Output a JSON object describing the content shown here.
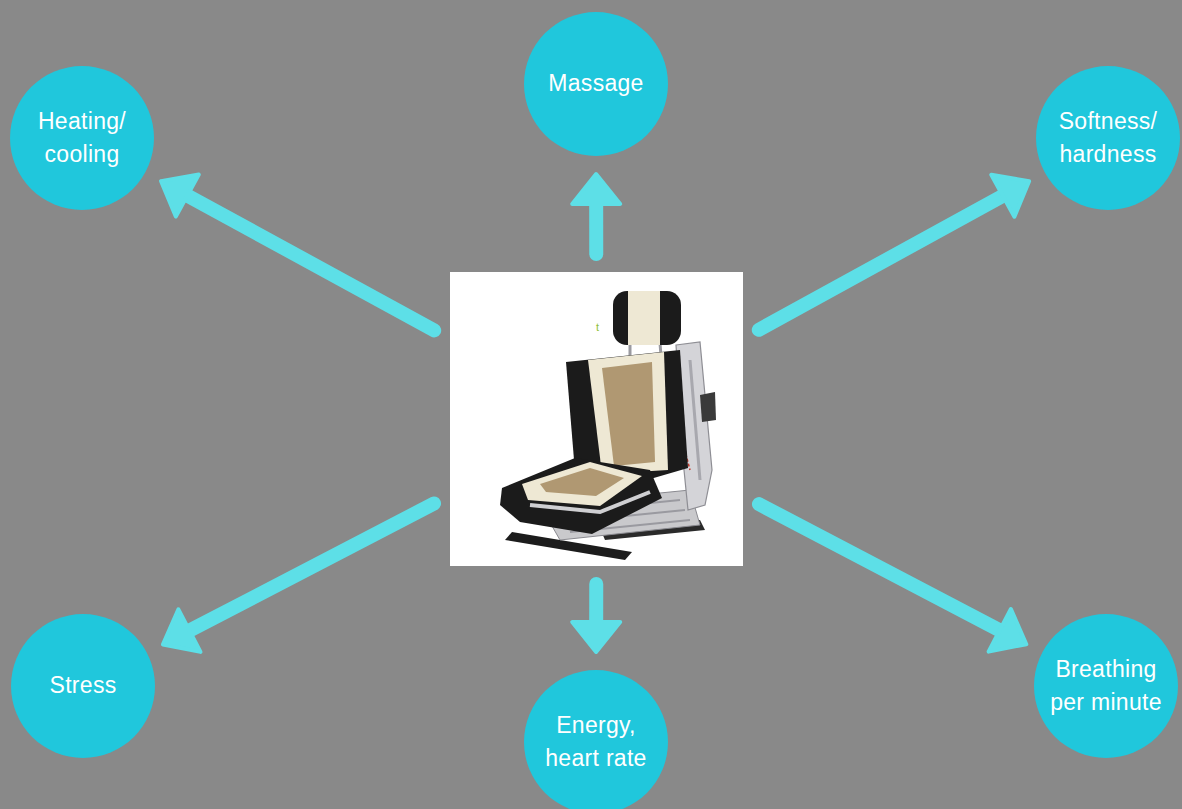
{
  "diagram": {
    "nodes": [
      {
        "text": [
          "Heating/ cooling"
        ]
      },
      {
        "text": [
          "Massage"
        ]
      },
      {
        "text": [
          "Softness/ hardness"
        ]
      },
      {
        "text": [
          "t"
        ]
      },
      {
        "text": [
          "Stress"
        ]
      },
      {
        "text": [
          "Energy, heart rate"
        ]
      },
      {
        "text": [
          "Breathing per minute"
        ]
      }
    ],
    "edges": [
      {
        "from": 3,
        "to": 0,
        "arrow": "to"
      },
      {
        "from": 3,
        "to": 1,
        "arrow": "to"
      },
      {
        "from": 3,
        "to": 2,
        "arrow": "to"
      },
      {
        "from": 3,
        "to": 4,
        "arrow": "to"
      },
      {
        "from": 3,
        "to": 5,
        "arrow": "to"
      },
      {
        "from": 3,
        "to": 6,
        "arrow": "to"
      }
    ]
  }
}
